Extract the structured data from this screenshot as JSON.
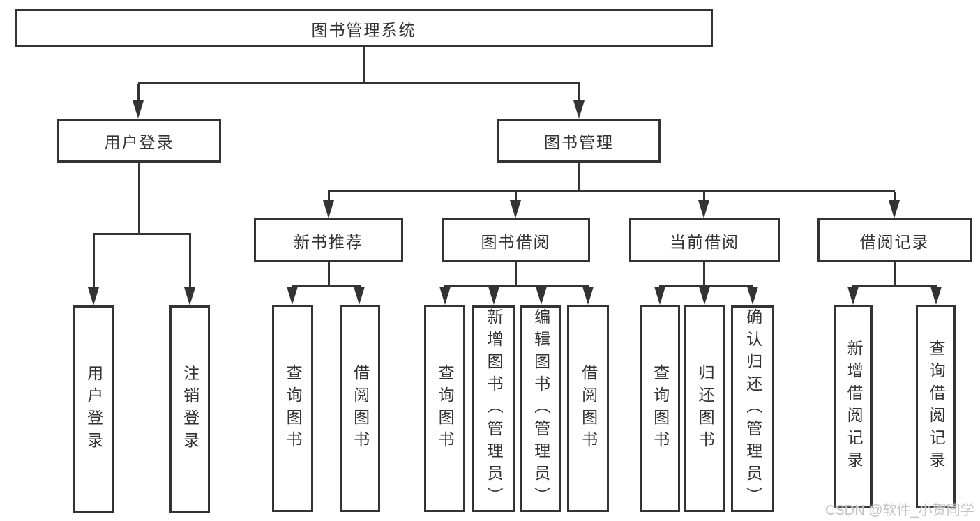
{
  "diagram": {
    "root": {
      "label": "图书管理系统"
    },
    "level2": [
      {
        "label": "用户登录",
        "children": [
          {
            "label": "用户登录"
          },
          {
            "label": "注销登录"
          }
        ]
      },
      {
        "label": "图书管理",
        "children": [
          {
            "label": "新书推荐",
            "children": [
              {
                "label": "查询图书"
              },
              {
                "label": "借阅图书"
              }
            ]
          },
          {
            "label": "图书借阅",
            "children": [
              {
                "label": "查询图书"
              },
              {
                "label": "新增图书（管理员）"
              },
              {
                "label": "编辑图书（管理员）"
              },
              {
                "label": "借阅图书"
              }
            ]
          },
          {
            "label": "当前借阅",
            "children": [
              {
                "label": "查询图书"
              },
              {
                "label": "归还图书"
              },
              {
                "label": "确认归还（管理员）"
              }
            ]
          },
          {
            "label": "借阅记录",
            "children": [
              {
                "label": "新增借阅记录"
              },
              {
                "label": "查询借阅记录"
              }
            ]
          }
        ]
      }
    ]
  },
  "watermark": {
    "text": "CSDN @软件_小贺同学"
  },
  "colors": {
    "line": "#333333",
    "text": "#333333",
    "watermark": "#c2c2c2",
    "background": "#ffffff"
  }
}
